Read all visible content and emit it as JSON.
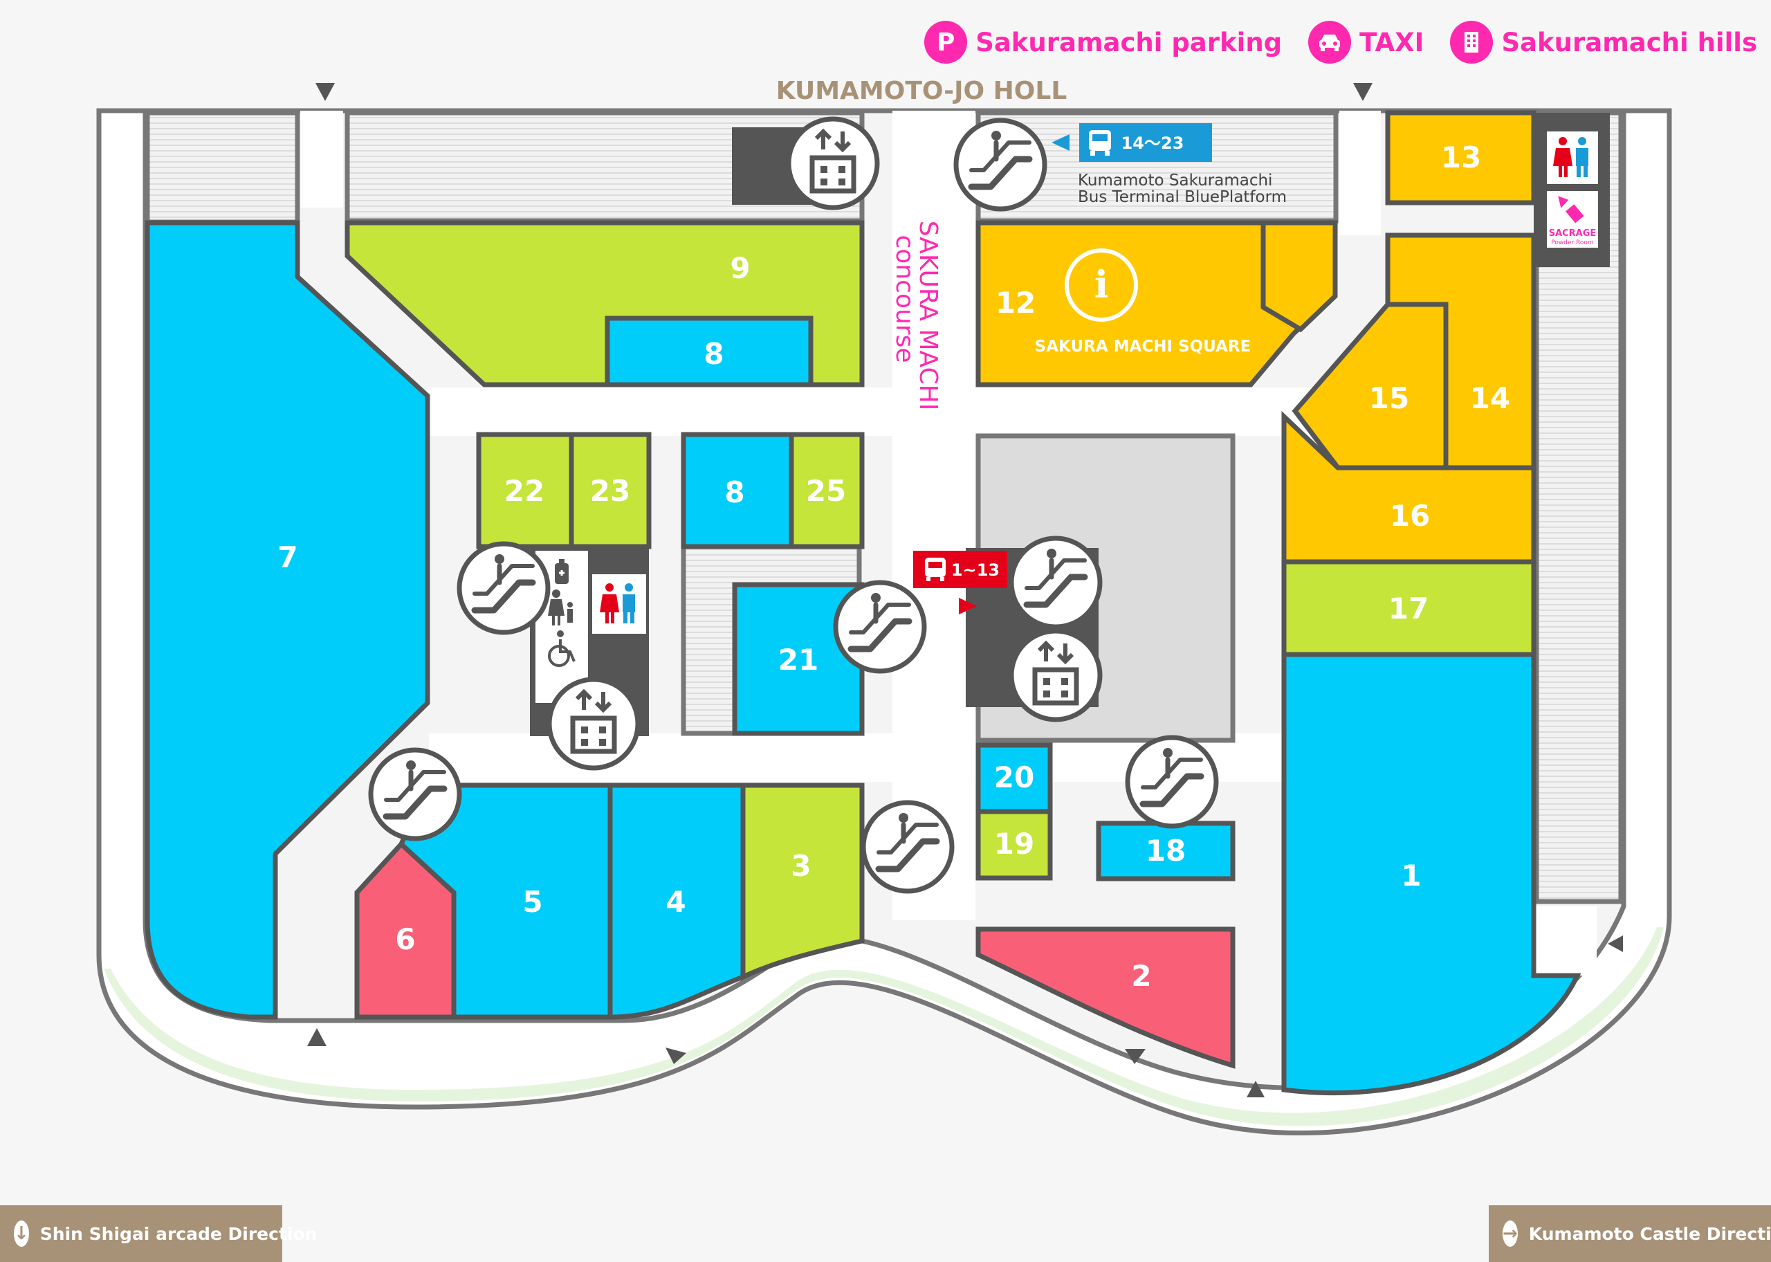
{
  "legend": {
    "parking": {
      "icon": "parking-icon",
      "badge": "P",
      "label": "Sakuramachi parking"
    },
    "taxi": {
      "icon": "taxi-icon",
      "label": "TAXI"
    },
    "hills": {
      "icon": "building-icon",
      "label": "Sakuramachi hills"
    }
  },
  "map": {
    "top_road_label": "KUMAMOTO-JO HOLL",
    "concourse_line1": "SAKURA MACHI",
    "concourse_line2": "concourse",
    "square_label": "SAKURA MACHI SQUARE",
    "info_glyph": "i",
    "bus_terminal_line1": "Kumamoto Sakuramachi",
    "bus_terminal_line2": "Bus Terminal BluePlatform",
    "bus_blue_label": "14～23",
    "bus_red_label": "1~13",
    "powder_room_line1": "SACRAGE",
    "powder_room_line2": "Powder Room",
    "units": {
      "u1": "1",
      "u2": "2",
      "u3": "3",
      "u4": "4",
      "u5": "5",
      "u6": "6",
      "u7": "7",
      "u8a": "8",
      "u8b": "8",
      "u9": "9",
      "u12": "12",
      "u13": "13",
      "u14": "14",
      "u15": "15",
      "u16": "16",
      "u17": "17",
      "u18": "18",
      "u19": "19",
      "u20": "20",
      "u21": "21",
      "u22": "22",
      "u23": "23",
      "u25": "25"
    }
  },
  "directions": {
    "left": {
      "label": "Shin Shigai arcade Direction",
      "icon": "arrow-down-icon"
    },
    "right": {
      "label": "Kumamoto Castle Direction",
      "icon": "arrow-right-icon"
    }
  },
  "colors": {
    "blue": "#00cdfa",
    "green": "#c5e53a",
    "yellow": "#ffc800",
    "red": "#fa5f78",
    "pink": "#ff29b0",
    "brown": "#a89277",
    "bus_blue": "#1a9bd8",
    "bus_red": "#e50019"
  }
}
